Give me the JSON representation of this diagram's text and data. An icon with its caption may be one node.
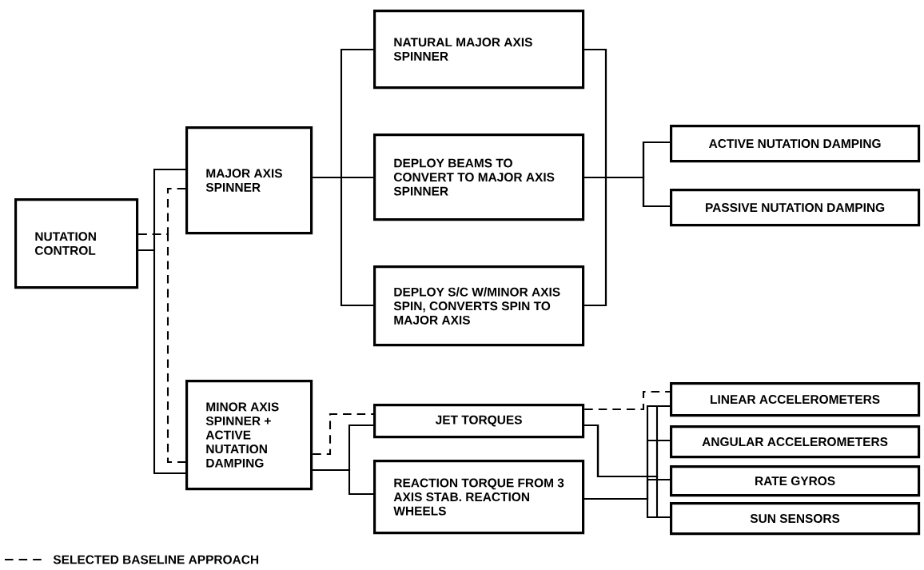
{
  "diagram": {
    "nodes": [
      {
        "text": [
          "NUTATION CONTROL"
        ]
      },
      {
        "text": [
          "MAJOR AXIS SPINNER"
        ]
      },
      {
        "text": [
          "NATURAL MAJOR AXIS SPINNER"
        ]
      },
      {
        "text": [
          "DEPLOY BEAMS TO CONVERT TO MAJOR AXIS SPINNER"
        ]
      },
      {
        "text": [
          "DEPLOY S/C W/MINOR AXIS SPIN, CONVERTS SPIN TO MAJOR AXIS"
        ]
      },
      {
        "text": [
          "ACTIVE NUTATION DAMPING"
        ]
      },
      {
        "text": [
          "PASSIVE NUTATION DAMPING"
        ]
      },
      {
        "text": [
          "MINOR AXIS SPINNER + ACTIVE NUTATION DAMPING"
        ]
      },
      {
        "text": [
          "JET TORQUES"
        ]
      },
      {
        "text": [
          "REACTION TORQUE FROM 3 AXIS STAB. REACTION WHEELS"
        ]
      },
      {
        "text": [
          "LINEAR ACCELEROMETERS"
        ]
      },
      {
        "text": [
          "ANGULAR ACCELEROMETERS"
        ]
      },
      {
        "text": [
          "RATE GYROS"
        ]
      },
      {
        "text": [
          "SUN SENSORS"
        ]
      }
    ],
    "edges": [
      {
        "from": 0,
        "to": 1,
        "arrow": "none"
      },
      {
        "from": 0,
        "to": 1,
        "arrow": "none",
        "style": "dashed"
      },
      {
        "from": 0,
        "to": 7,
        "arrow": "none"
      },
      {
        "from": 0,
        "to": 7,
        "arrow": "none",
        "style": "dashed"
      },
      {
        "from": 1,
        "to": 2,
        "arrow": "none"
      },
      {
        "from": 1,
        "to": 3,
        "arrow": "none"
      },
      {
        "from": 1,
        "to": 4,
        "arrow": "none"
      },
      {
        "from": 2,
        "to": 5,
        "arrow": "none"
      },
      {
        "from": 2,
        "to": 6,
        "arrow": "none"
      },
      {
        "from": 3,
        "to": 5,
        "arrow": "none"
      },
      {
        "from": 3,
        "to": 6,
        "arrow": "none"
      },
      {
        "from": 4,
        "to": 5,
        "arrow": "none"
      },
      {
        "from": 4,
        "to": 6,
        "arrow": "none"
      },
      {
        "from": 7,
        "to": 8,
        "arrow": "none"
      },
      {
        "from": 7,
        "to": 8,
        "arrow": "none",
        "style": "dashed"
      },
      {
        "from": 7,
        "to": 9,
        "arrow": "none"
      },
      {
        "from": 8,
        "to": 10,
        "arrow": "none"
      },
      {
        "from": 8,
        "to": 10,
        "arrow": "none",
        "style": "dashed"
      },
      {
        "from": 8,
        "to": 11,
        "arrow": "none"
      },
      {
        "from": 8,
        "to": 12,
        "arrow": "none"
      },
      {
        "from": 8,
        "to": 13,
        "arrow": "none"
      },
      {
        "from": 9,
        "to": 10,
        "arrow": "none"
      },
      {
        "from": 9,
        "to": 11,
        "arrow": "none"
      },
      {
        "from": 9,
        "to": 12,
        "arrow": "none"
      },
      {
        "from": 9,
        "to": 13,
        "arrow": "none"
      }
    ],
    "legend": [
      {
        "text": "SELECTED BASELINE APPROACH"
      }
    ]
  }
}
